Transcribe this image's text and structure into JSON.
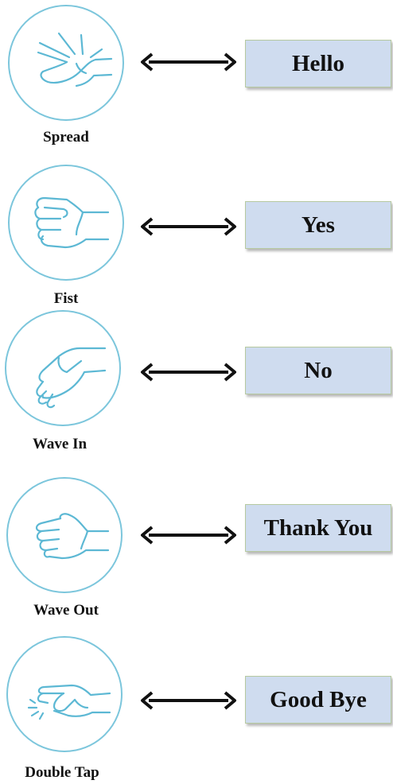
{
  "colors": {
    "circle_border": "#7cc6dc",
    "hand_stroke": "#5cb8d4",
    "box_fill": "#cfdcef",
    "box_border": "#b6c9a0",
    "arrow": "#111111"
  },
  "mappings": [
    {
      "gesture": "Spread",
      "gesture_icon": "spread-hand-icon",
      "meaning": "Hello"
    },
    {
      "gesture": "Fist",
      "gesture_icon": "fist-icon",
      "meaning": "Yes"
    },
    {
      "gesture": "Wave In",
      "gesture_icon": "wave-in-hand-icon",
      "meaning": "No"
    },
    {
      "gesture": "Wave Out",
      "gesture_icon": "wave-out-hand-icon",
      "meaning": "Thank You"
    },
    {
      "gesture": "Double Tap",
      "gesture_icon": "double-tap-hand-icon",
      "meaning": "Good Bye"
    }
  ]
}
